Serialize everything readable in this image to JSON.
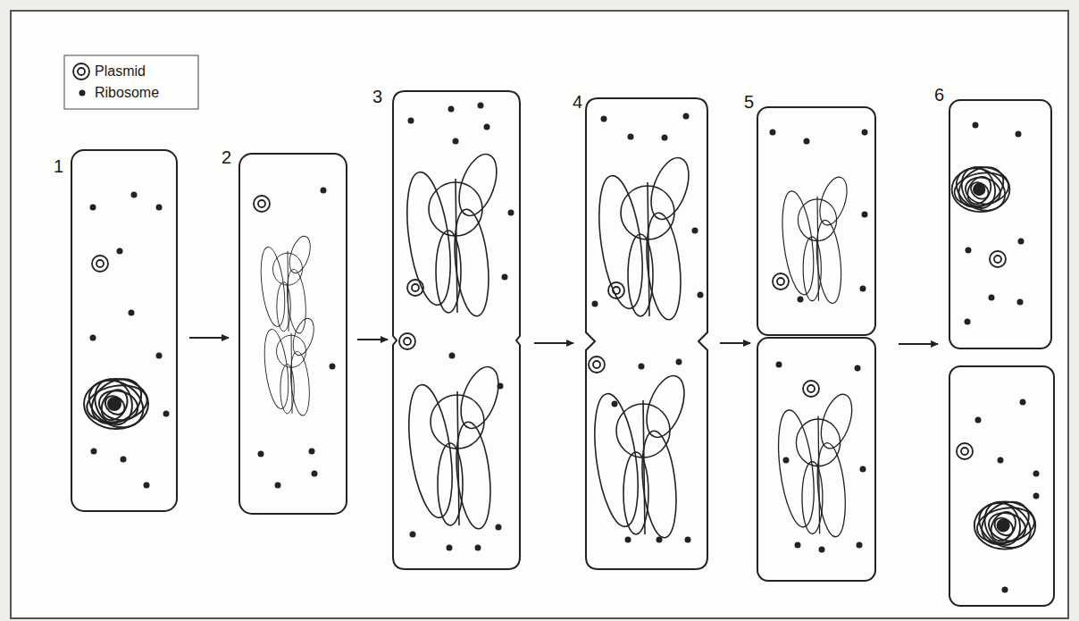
{
  "diagram": {
    "labels": [
      "1",
      "2",
      "3",
      "4",
      "5",
      "6"
    ],
    "legend": [
      {
        "text": "Plasmid"
      },
      {
        "text": "Ribosome"
      }
    ]
  }
}
